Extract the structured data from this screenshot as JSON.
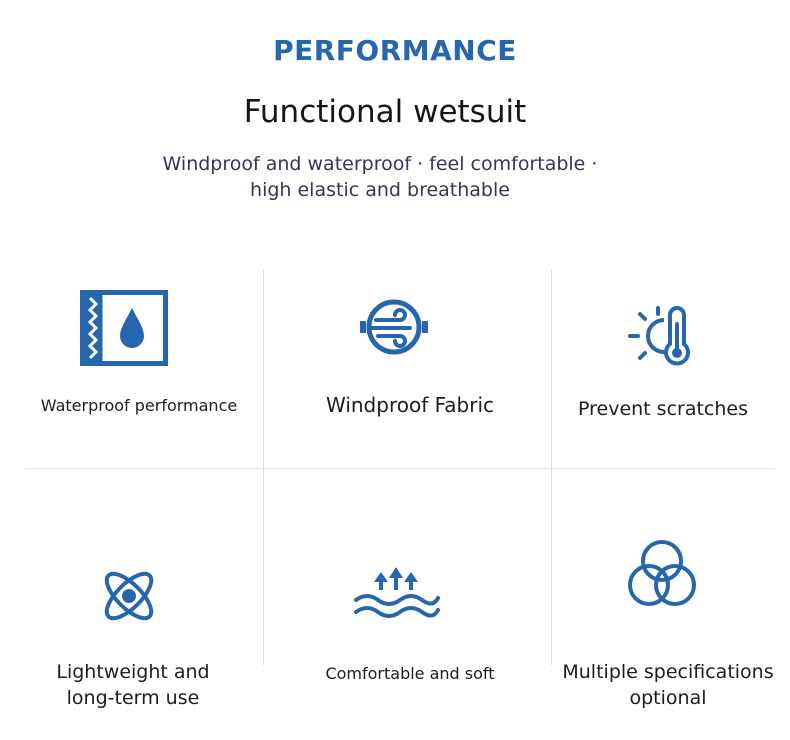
{
  "header": {
    "heading": "PERFORMANCE",
    "title": "Functional wetsuit",
    "tagline_line1": "Windproof and waterproof · feel comfortable ·",
    "tagline_line2": "high elastic and breathable"
  },
  "features": [
    {
      "label": "Waterproof performance",
      "icon": "waterproof-icon"
    },
    {
      "label": "Windproof Fabric",
      "icon": "wind-icon"
    },
    {
      "label": "Prevent scratches",
      "icon": "thermometer-sun-icon"
    },
    {
      "label_line1": "Lightweight and",
      "label_line2": "long-term use",
      "icon": "atom-icon"
    },
    {
      "label": "Comfortable and soft",
      "icon": "waves-arrows-icon"
    },
    {
      "label_line1": "Multiple specifications",
      "label_line2": "optional",
      "icon": "overlapping-circles-icon"
    }
  ],
  "colors": {
    "accent": "#2566ad",
    "text": "#1d1d1d"
  }
}
